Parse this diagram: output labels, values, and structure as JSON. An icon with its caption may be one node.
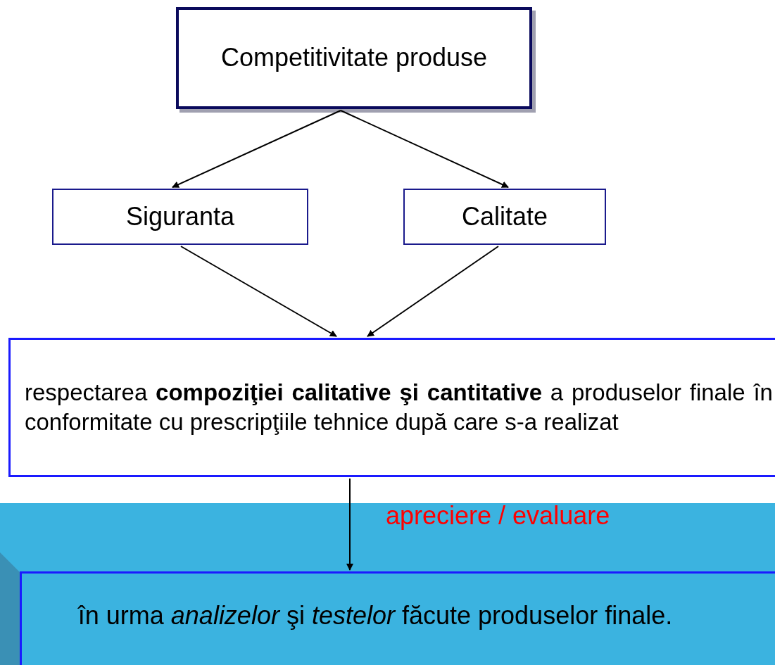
{
  "diagram": {
    "nodes": [
      {
        "text": [
          "Competitivitate produse"
        ]
      },
      {
        "text": [
          "Siguranta"
        ]
      },
      {
        "text": [
          "Calitate"
        ]
      },
      {
        "text": [
          "respectarea **compoziţiei calitative şi cantitative** a produselor finale în conformitate cu prescripţiile tehnice după care s-a realizat"
        ]
      },
      {
        "text": [
          "în urma *analizelor* şi *testelor* făcute produselor finale."
        ]
      }
    ],
    "edges": [
      {
        "from": 0,
        "to": 1,
        "arrow": "to"
      },
      {
        "from": 0,
        "to": 2,
        "arrow": "to"
      },
      {
        "from": 1,
        "to": 3,
        "arrow": "to"
      },
      {
        "from": 2,
        "to": 3,
        "arrow": "to"
      },
      {
        "from": 3,
        "to": 4,
        "arrow": "to",
        "label": "apreciere / evaluare"
      }
    ]
  }
}
